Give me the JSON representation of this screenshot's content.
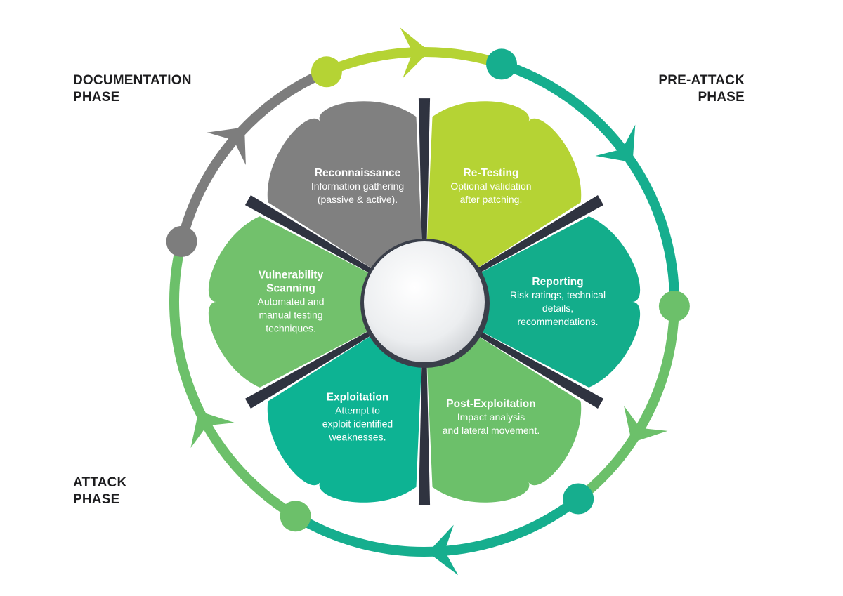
{
  "phases": {
    "documentation": [
      "DOCUMENTATION",
      "PHASE"
    ],
    "pre_attack": [
      "PRE-ATTACK",
      "PHASE"
    ],
    "attack": [
      "ATTACK",
      "PHASE"
    ]
  },
  "segments": [
    {
      "key": "reconnaissance",
      "title": [
        "Reconnaissance"
      ],
      "desc": [
        "Information gathering",
        "(passive & active)."
      ],
      "color": "#808080"
    },
    {
      "key": "re-testing",
      "title": [
        "Re-Testing"
      ],
      "desc": [
        "Optional validation",
        "after patching."
      ],
      "color": "#b5d334"
    },
    {
      "key": "reporting",
      "title": [
        "Reporting"
      ],
      "desc": [
        "Risk ratings, technical",
        "details,",
        "recommendations."
      ],
      "color": "#13ad8b"
    },
    {
      "key": "post-exploitation",
      "title": [
        "Post-Exploitation"
      ],
      "desc": [
        "Impact analysis",
        "and lateral movement."
      ],
      "color": "#6cc06a"
    },
    {
      "key": "exploitation",
      "title": [
        "Exploitation"
      ],
      "desc": [
        "Attempt to",
        "exploit identified",
        "weaknesses."
      ],
      "color": "#0db393"
    },
    {
      "key": "vulnerability-scanning",
      "title": [
        "Vulnerability",
        "Scanning"
      ],
      "desc": [
        "Automated and",
        "manual testing",
        "techniques."
      ],
      "color": "#72c16c"
    }
  ],
  "colors": {
    "ring_gray": "#7d7d7d",
    "ring_lime": "#b5d334",
    "ring_teal": "#16ae8e",
    "ring_green": "#6cc06a",
    "separator": "#2f3340",
    "hub_light": "#ffffff",
    "hub_dark": "#cfd2d6"
  }
}
